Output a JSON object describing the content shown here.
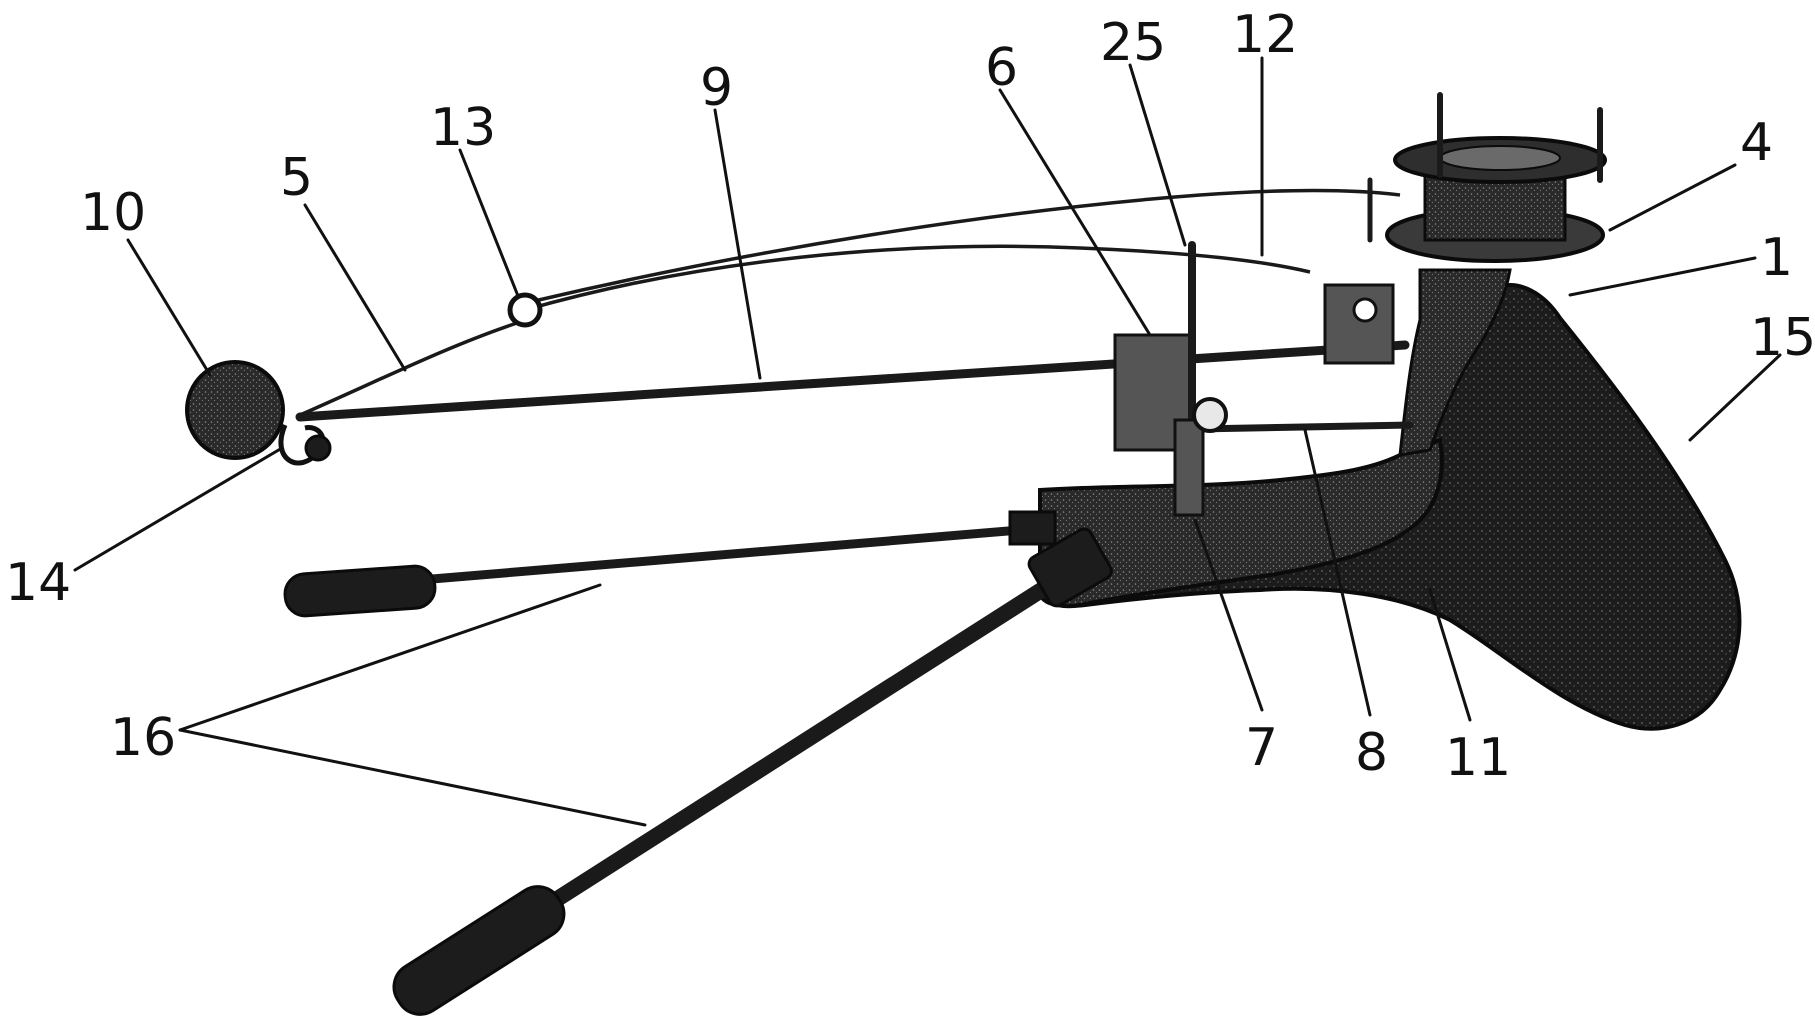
{
  "figure": {
    "labels": {
      "l1": "1",
      "l4": "4",
      "l5": "5",
      "l6": "6",
      "l7": "7",
      "l8": "8",
      "l9": "9",
      "l10": "10",
      "l11": "11",
      "l12": "12",
      "l13": "13",
      "l14": "14",
      "l15": "15",
      "l16": "16",
      "l25": "25"
    },
    "colors": {
      "ink": "#111111",
      "body_fill": "#1c1c1c",
      "background": "#ffffff"
    }
  }
}
